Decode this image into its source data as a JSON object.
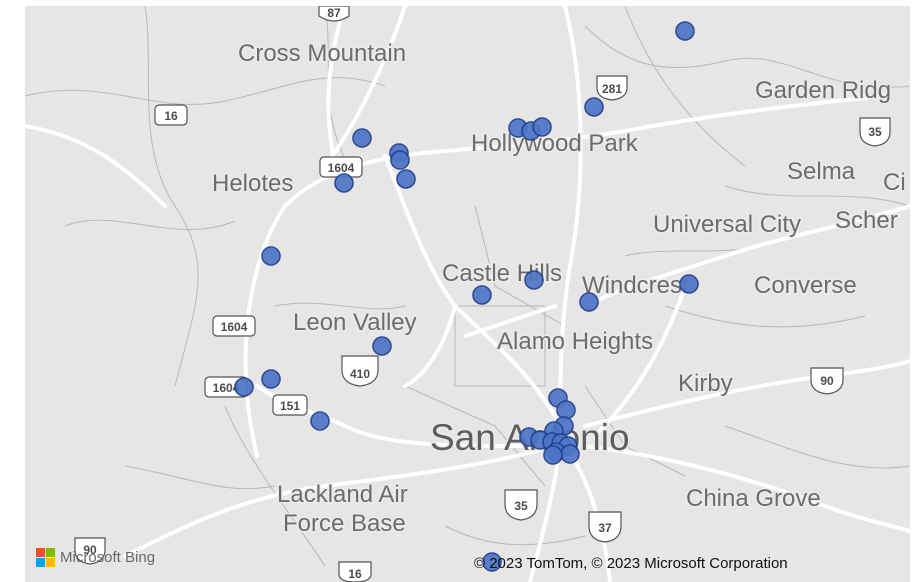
{
  "map": {
    "labels": {
      "cross_mountain": "Cross Mountain",
      "helotes": "Helotes",
      "hollywood_park": "Hollywood Park",
      "garden_ridge": "Garden Ridg",
      "selma": "Selma",
      "ci": "Ci",
      "universal_city": "Universal City",
      "scher": "Scher",
      "castle_hills": "Castle Hills",
      "windcrest": "Windcrest",
      "converse": "Converse",
      "leon_valley": "Leon Valley",
      "alamo_heights": "Alamo Heights",
      "kirby": "Kirby",
      "san_antonio": "San Antonio",
      "lackland_1": "Lackland Air",
      "lackland_2": "Force Base",
      "china_grove": "China Grove"
    },
    "shields": {
      "s87": "87",
      "s281": "281",
      "s16a": "16",
      "s1604a": "1604",
      "s35a": "35",
      "s1604b": "1604",
      "s410": "410",
      "s1604c": "1604",
      "s151": "151",
      "s90a": "90",
      "s35b": "35",
      "s37": "37",
      "s90b": "90",
      "s16b": "16"
    },
    "attribution": {
      "bing": "Microsoft Bing",
      "copyright": "© 2023 TomTom, © 2023 Microsoft Corporation"
    },
    "colors": {
      "land": "#e7e6e5",
      "roads": "#ffffff",
      "minor_roads": "#b9b8b7",
      "marker_fill": "#4d75c6",
      "marker_stroke": "#1f3f8f"
    },
    "icons": {
      "logo": "microsoft-squares-icon",
      "marker": "location-dot-icon"
    }
  }
}
